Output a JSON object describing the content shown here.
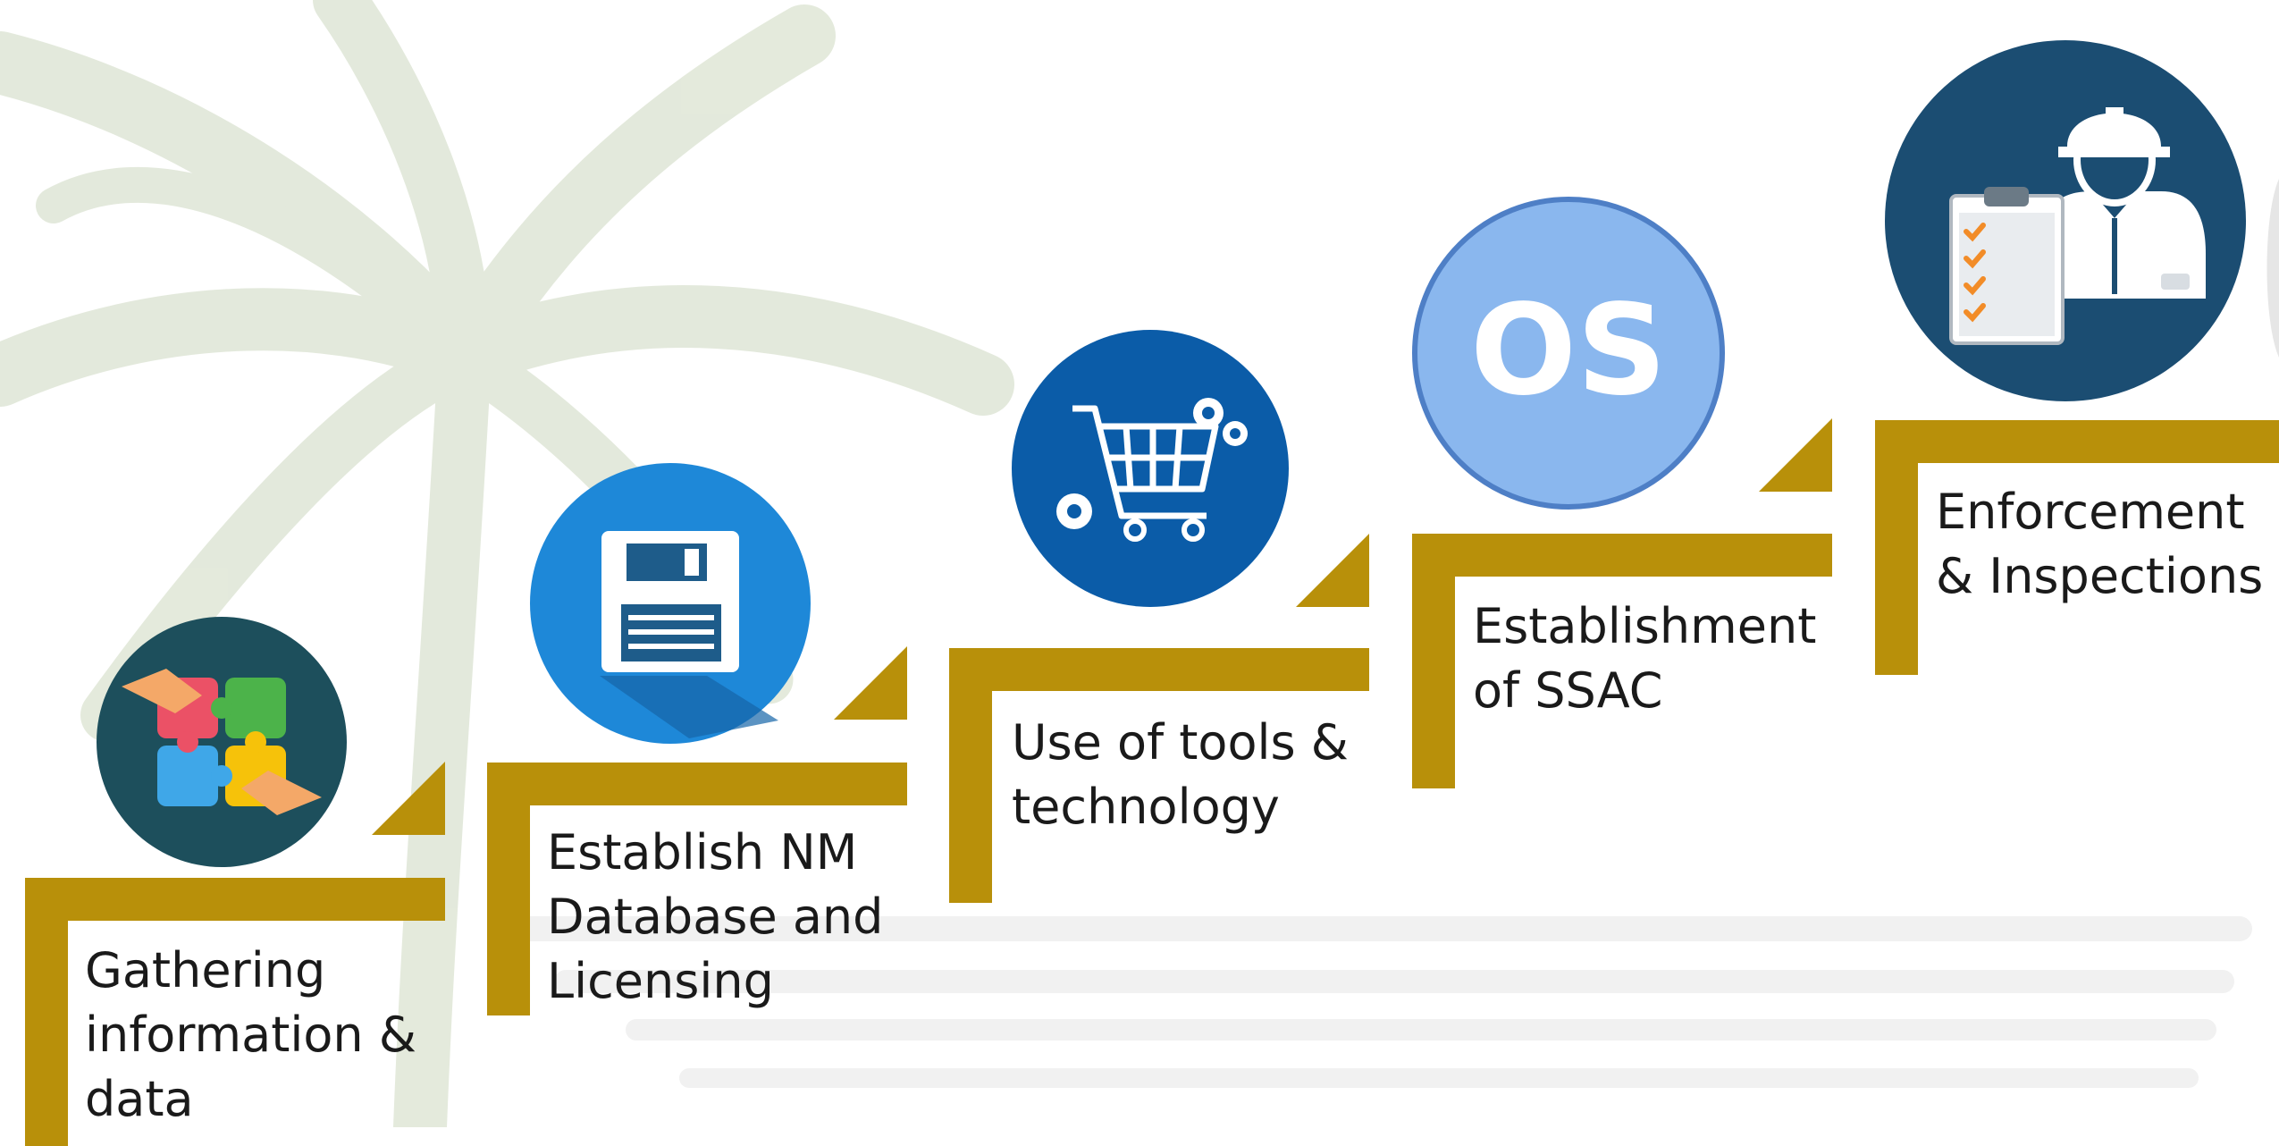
{
  "colors": {
    "gold": "#B8900A",
    "text": "#1a1a1a",
    "step1_circle": "#1D4F5C",
    "step2_circle": "#1E88D8",
    "step3_circle": "#0B5CA8",
    "step4_circle": "#8AB7EE",
    "step5_circle": "#1B4D72"
  },
  "steps": [
    {
      "lines": [
        "Gathering",
        "information &",
        "data"
      ],
      "icon": "puzzle-hands-icon"
    },
    {
      "lines": [
        "Establish NM",
        "Database and",
        "Licensing"
      ],
      "icon": "floppy-disk-icon"
    },
    {
      "lines": [
        "Use of tools &",
        "technology"
      ],
      "icon": "shopping-cart-gears-icon"
    },
    {
      "lines": [
        "Establishment",
        "of SSAC"
      ],
      "icon": "os-logo-icon"
    },
    {
      "lines": [
        "Enforcement",
        "& Inspections"
      ],
      "icon": "inspector-clipboard-icon"
    }
  ],
  "icons": {
    "os_text": "OS"
  }
}
